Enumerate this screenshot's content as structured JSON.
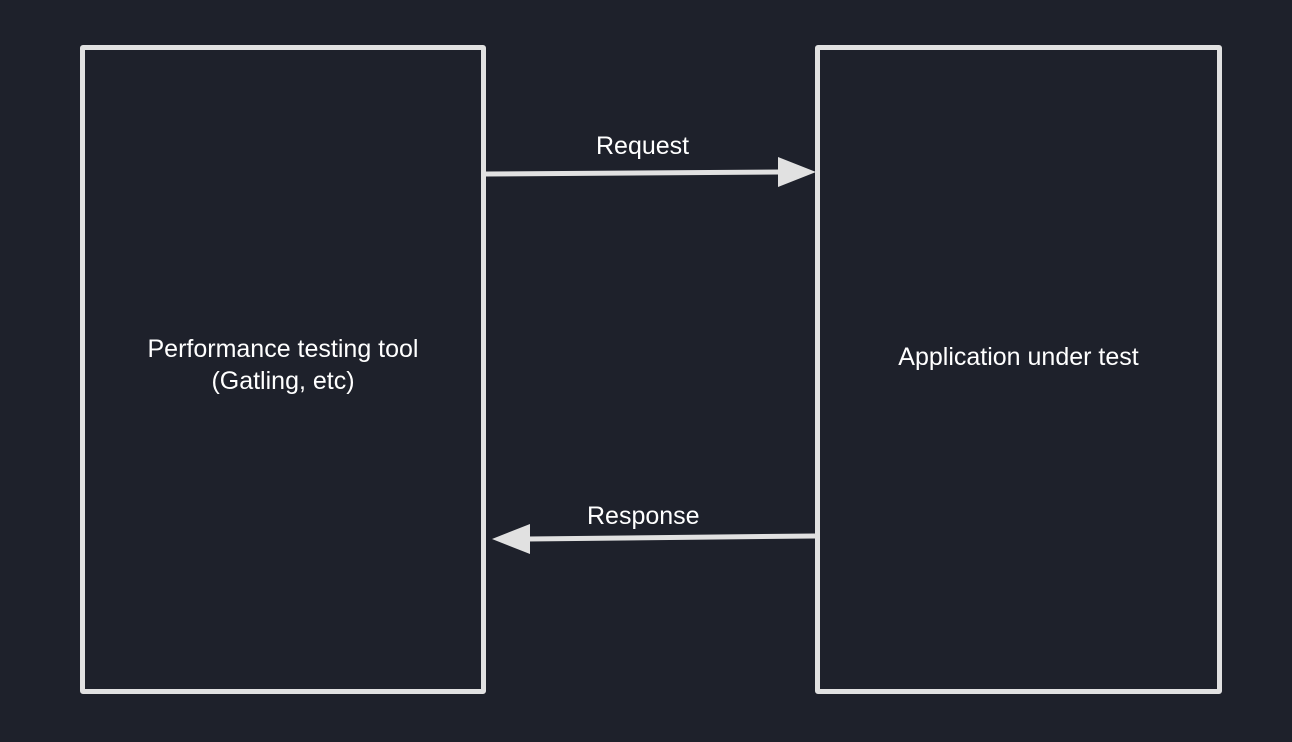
{
  "colors": {
    "background": "#1e212b",
    "stroke": "#e1e1e1",
    "text": "#ffffff"
  },
  "boxes": {
    "tool": {
      "line1": "Performance testing tool",
      "line2": "(Gatling, etc)"
    },
    "app": {
      "label": "Application under test"
    }
  },
  "arrows": {
    "request": {
      "label": "Request",
      "from": "tool",
      "to": "app"
    },
    "response": {
      "label": "Response",
      "from": "app",
      "to": "tool"
    }
  }
}
